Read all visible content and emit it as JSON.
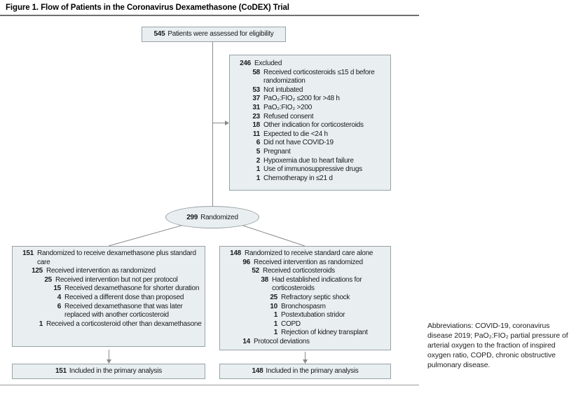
{
  "figure": {
    "title": "Figure 1. Flow of Patients in the Coronavirus Dexamethasone (CoDEX) Trial"
  },
  "colors": {
    "box_fill": "#e9eff1",
    "box_border": "#97a1a5",
    "line": "#8a8a8a",
    "rule_dark": "#6f6f6f",
    "text": "#1a1a1a"
  },
  "nodes": {
    "assessed": {
      "num": "545",
      "label": "Patients were assessed for eligibility"
    },
    "excluded": {
      "items": [
        {
          "indent": 0,
          "num": "246",
          "text": "Excluded"
        },
        {
          "indent": 1,
          "num": "58",
          "text": "Received corticosteroids ≤15 d before randomization"
        },
        {
          "indent": 1,
          "num": "53",
          "text": "Not intubated"
        },
        {
          "indent": 1,
          "num": "37",
          "text": "PaO₂:FIO₂ ≤200 for >48 h"
        },
        {
          "indent": 1,
          "num": "31",
          "text": "PaO₂:FIO₂ >200"
        },
        {
          "indent": 1,
          "num": "23",
          "text": "Refused consent"
        },
        {
          "indent": 1,
          "num": "18",
          "text": "Other indication for corticosteroids"
        },
        {
          "indent": 1,
          "num": "11",
          "text": "Expected to die <24 h"
        },
        {
          "indent": 1,
          "num": "6",
          "text": "Did not have COVID-19"
        },
        {
          "indent": 1,
          "num": "5",
          "text": "Pregnant"
        },
        {
          "indent": 1,
          "num": "2",
          "text": "Hypoxemia due to heart failure"
        },
        {
          "indent": 1,
          "num": "1",
          "text": "Use of immunosuppressive drugs"
        },
        {
          "indent": 1,
          "num": "1",
          "text": "Chemotherapy in ≤21 d"
        }
      ]
    },
    "randomized": {
      "num": "299",
      "label": "Randomized"
    },
    "left_arm": {
      "items": [
        {
          "indent": 0,
          "num": "151",
          "text": "Randomized to receive dexamethasone plus standard care"
        },
        {
          "indent": 1,
          "num": "125",
          "text": "Received intervention as randomized"
        },
        {
          "indent": 2,
          "num": "25",
          "text": "Received intervention but not per protocol"
        },
        {
          "indent": 3,
          "num": "15",
          "text": "Received dexamethasone for shorter duration"
        },
        {
          "indent": 3,
          "num": "4",
          "text": "Received a different dose than proposed"
        },
        {
          "indent": 3,
          "num": "6",
          "text": "Received dexamethasone that was later replaced with another corticosteroid"
        },
        {
          "indent": 1,
          "num": "1",
          "text": "Received a corticosteroid other than dexamethasone"
        }
      ]
    },
    "right_arm": {
      "items": [
        {
          "indent": 0,
          "num": "148",
          "text": "Randomized to receive standard care alone"
        },
        {
          "indent": 1,
          "num": "96",
          "text": "Received intervention as randomized"
        },
        {
          "indent": 2,
          "num": "52",
          "text": "Received corticosteroids"
        },
        {
          "indent": 3,
          "num": "38",
          "text": "Had established indications for corticosteroids"
        },
        {
          "indent": 4,
          "num": "25",
          "text": "Refractory septic shock"
        },
        {
          "indent": 4,
          "num": "10",
          "text": "Bronchospasm"
        },
        {
          "indent": 4,
          "num": "1",
          "text": "Postextubation stridor"
        },
        {
          "indent": 4,
          "num": "1",
          "text": "COPD"
        },
        {
          "indent": 4,
          "num": "1",
          "text": "Rejection of kidney transplant"
        },
        {
          "indent": 1,
          "num": "14",
          "text": "Protocol deviations"
        }
      ]
    },
    "left_analysis": {
      "num": "151",
      "label": "Included in the primary analysis"
    },
    "right_analysis": {
      "num": "148",
      "label": "Included in the primary analysis"
    }
  },
  "footnote": {
    "abbreviations": "Abbreviations: COVID-19, coronavirus disease 2019; PaO₂:FIO₂ partial pressure of arterial oxygen to the fraction of inspired oxygen ratio, COPD, chronic obstructive pulmonary disease."
  }
}
